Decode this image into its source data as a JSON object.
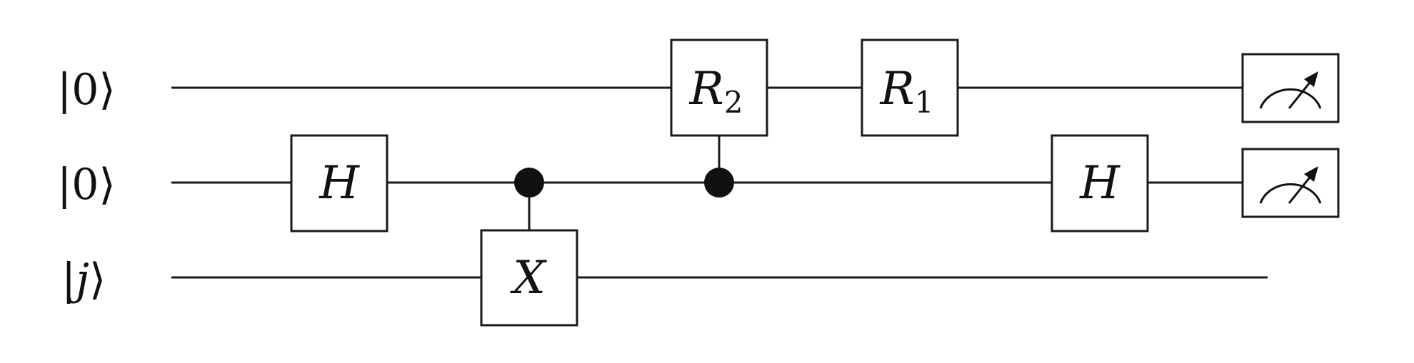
{
  "qubits": [
    {
      "ket_open": "|",
      "label": "0",
      "ket_close": "⟩",
      "italic": false
    },
    {
      "ket_open": "|",
      "label": "0",
      "ket_close": "⟩",
      "italic": false
    },
    {
      "ket_open": "|",
      "label": "j",
      "ket_close": "⟩",
      "italic": true
    }
  ],
  "gates": [
    {
      "id": "h-gate-q1",
      "base": "H",
      "sub": ""
    },
    {
      "id": "x-gate-q2",
      "base": "X",
      "sub": ""
    },
    {
      "id": "r2-gate-q0",
      "base": "R",
      "sub": "2"
    },
    {
      "id": "r1-gate-q0",
      "base": "R",
      "sub": "1"
    },
    {
      "id": "h-gate-q1-final",
      "base": "H",
      "sub": ""
    }
  ],
  "measurements": [
    {
      "id": "measure-q0",
      "icon": "measurement-meter-icon"
    },
    {
      "id": "measure-q1",
      "icon": "measurement-meter-icon"
    }
  ]
}
